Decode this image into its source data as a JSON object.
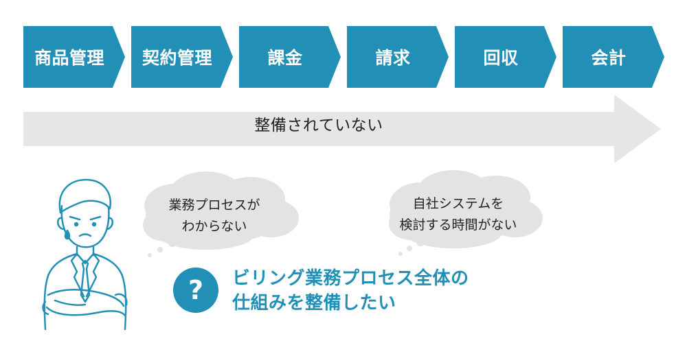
{
  "process_steps": [
    {
      "label": "商品管理"
    },
    {
      "label": "契約管理"
    },
    {
      "label": "課金"
    },
    {
      "label": "請求"
    },
    {
      "label": "回収"
    },
    {
      "label": "会計"
    }
  ],
  "arrow_label": "整備されていない",
  "thought_left": {
    "line1": "業務プロセスが",
    "line2": "わからない"
  },
  "thought_right": {
    "line1": "自社システムを",
    "line2": "検討する時間がない"
  },
  "question_mark": "?",
  "goal": {
    "line1": "ビリング業務プロセス全体の",
    "line2": "仕組みを整備したい"
  },
  "colors": {
    "accent": "#2290b6",
    "arrow_gray": "#e6e6e6",
    "cloud_gray": "#e3e3e3"
  }
}
